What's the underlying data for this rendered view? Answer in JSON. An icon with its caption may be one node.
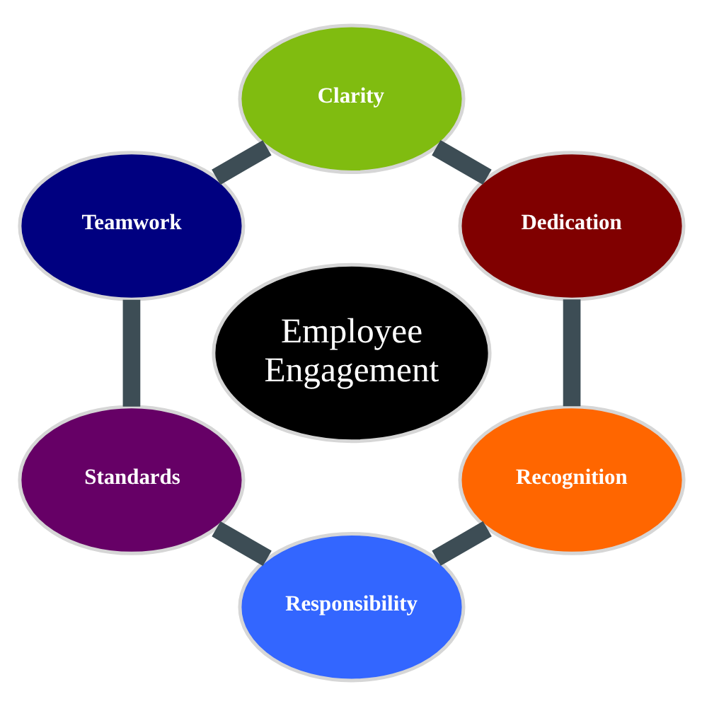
{
  "diagram": {
    "nodes": [
      {
        "text": [
          "Employee Engagement"
        ]
      },
      {
        "text": [
          "Clarity"
        ]
      },
      {
        "text": [
          "Dedication"
        ]
      },
      {
        "text": [
          "Recognition"
        ]
      },
      {
        "text": [
          "Responsibility"
        ]
      },
      {
        "text": [
          "Standards"
        ]
      },
      {
        "text": [
          "Teamwork"
        ]
      }
    ],
    "edges": [
      {
        "from": 1,
        "to": 2,
        "arrow": "none"
      },
      {
        "from": 2,
        "to": 3,
        "arrow": "none"
      },
      {
        "from": 3,
        "to": 4,
        "arrow": "none"
      },
      {
        "from": 4,
        "to": 5,
        "arrow": "none"
      },
      {
        "from": 5,
        "to": 6,
        "arrow": "none"
      },
      {
        "from": 6,
        "to": 1,
        "arrow": "none"
      }
    ]
  }
}
